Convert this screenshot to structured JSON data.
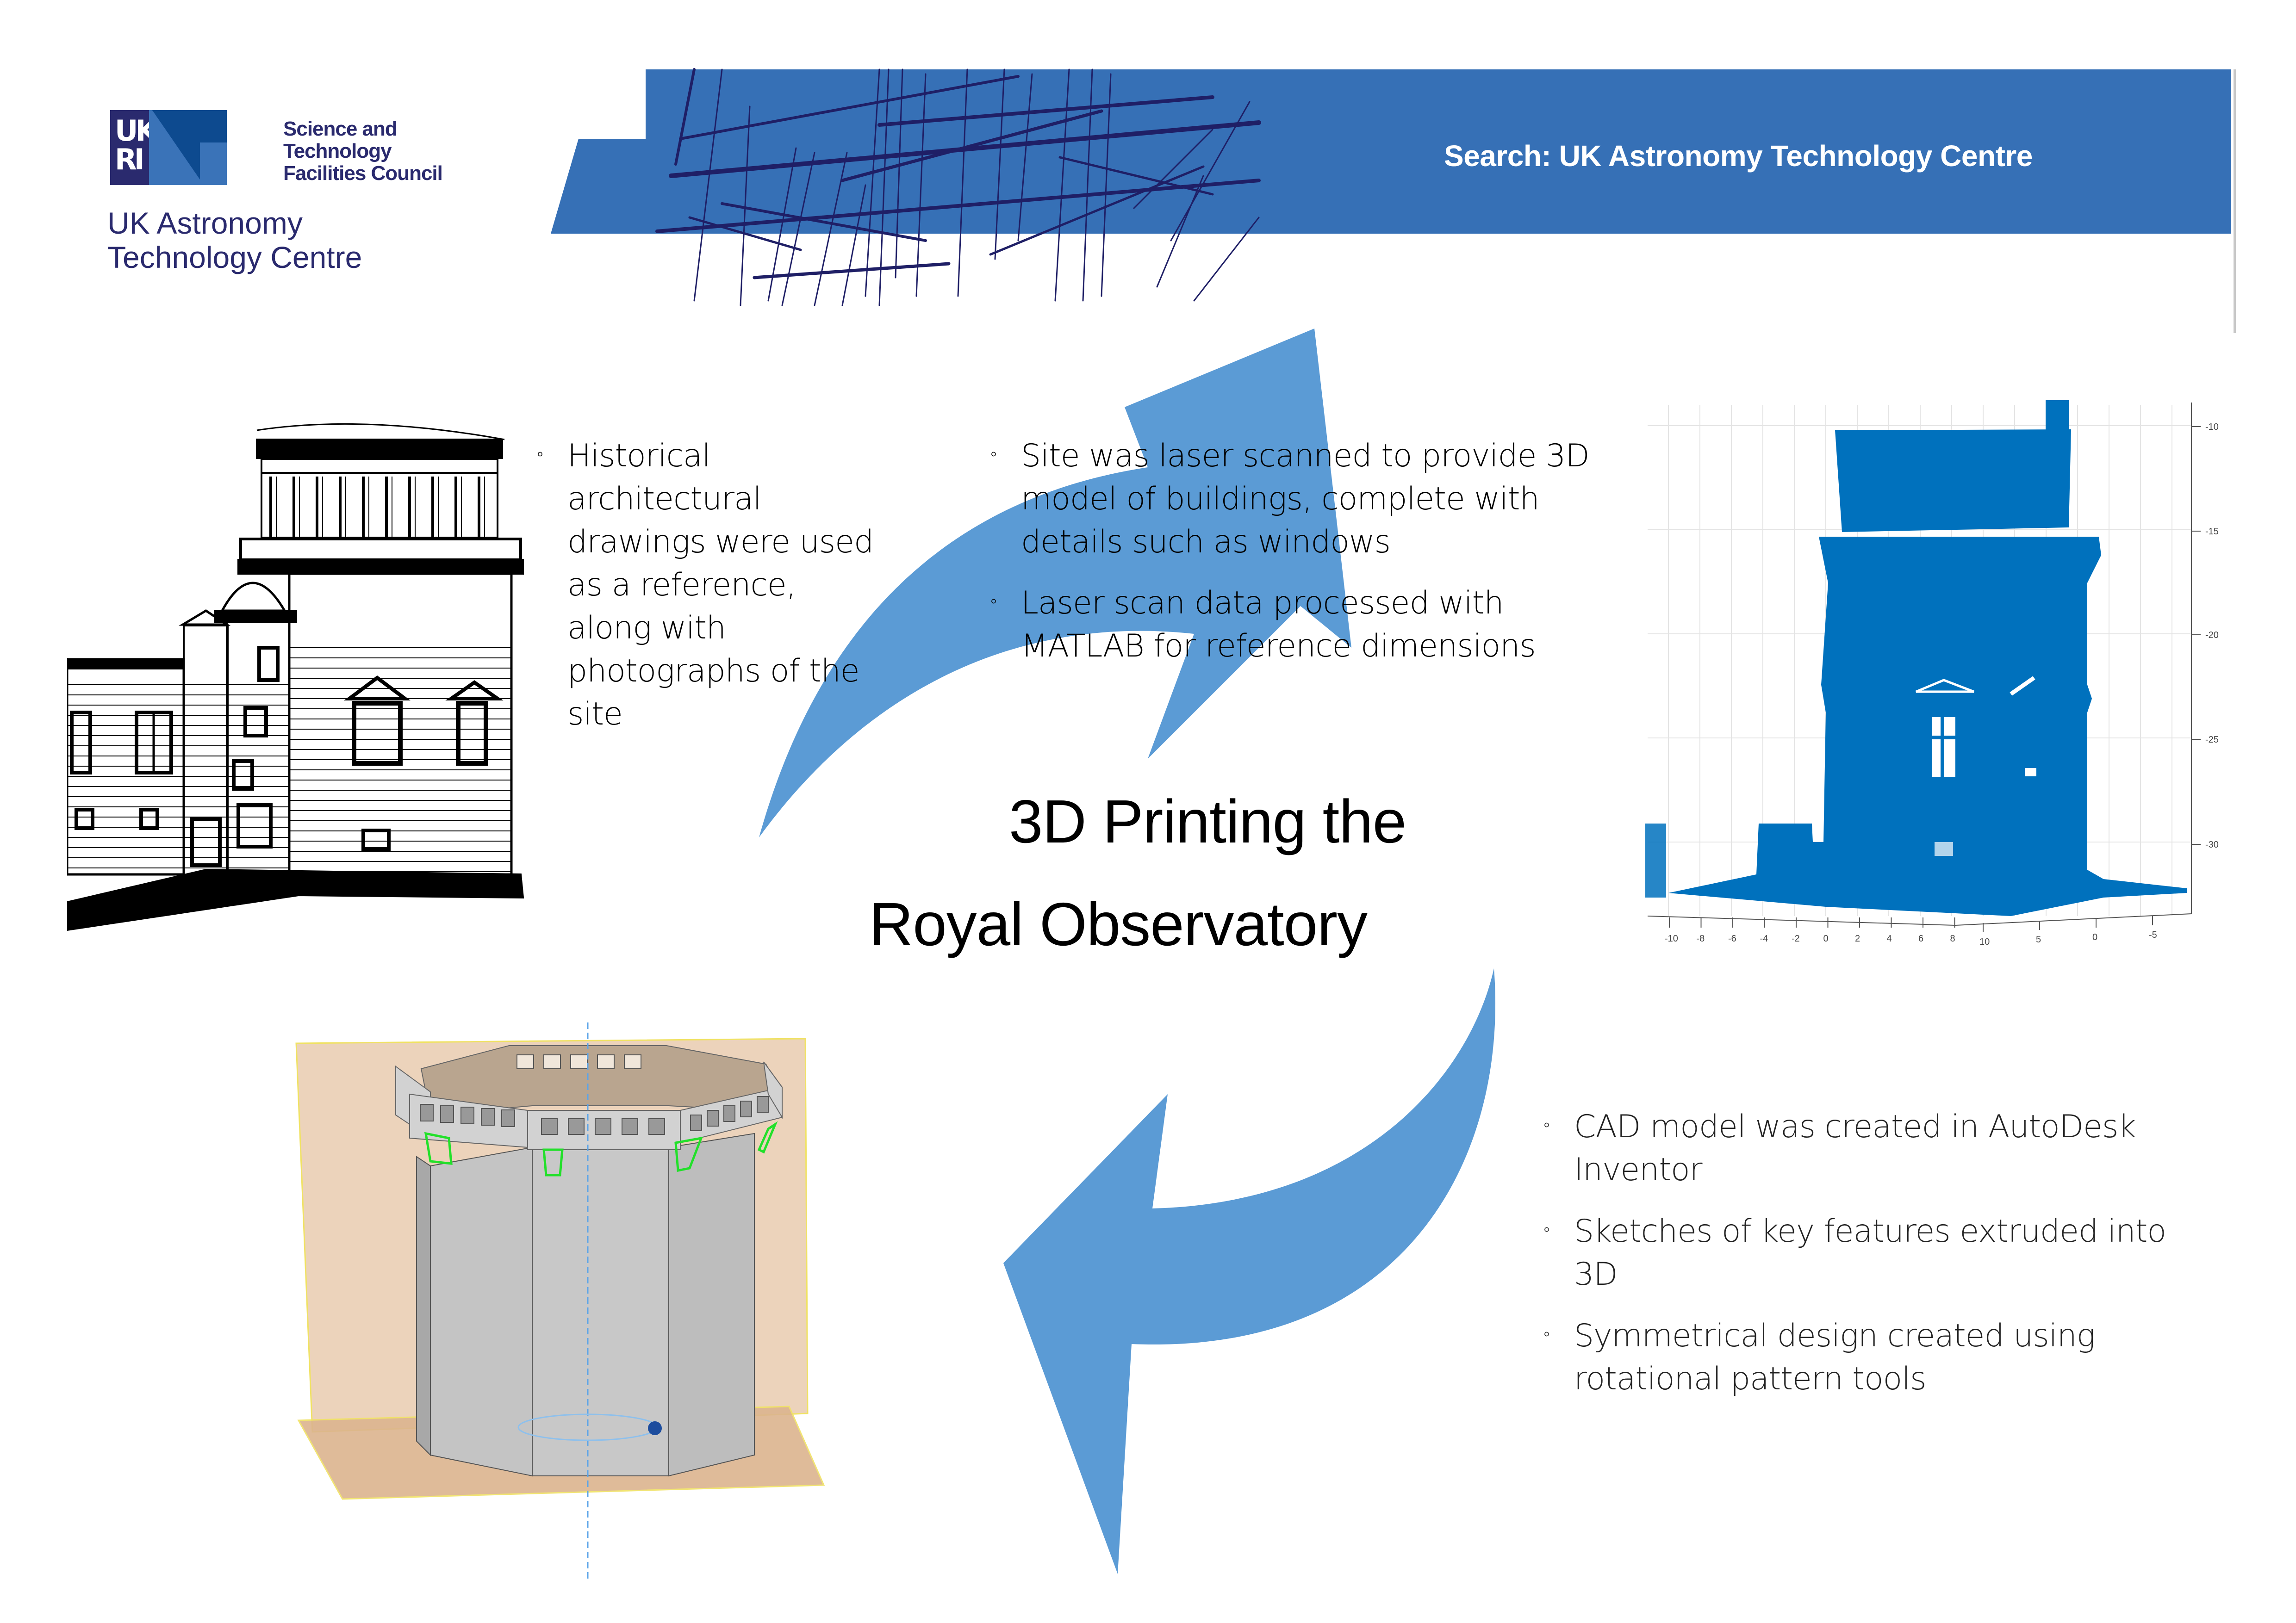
{
  "header": {
    "logo": {
      "mark_text": "UKRI",
      "council_lines": [
        "Science and",
        "Technology",
        "Facilities Council"
      ],
      "centre_lines": [
        "UK Astronomy",
        "Technology Centre"
      ]
    },
    "banner_text": "Search: UK Astronomy Technology Centre"
  },
  "colors": {
    "banner_blue": "#3670b6",
    "banner_lines": "#1f1f66",
    "logo_navy": "#2a2a6e",
    "logo_blue": "#3a73b8",
    "logo_blue_dark": "#0d4a8f",
    "arrow_blue": "#5b9bd5",
    "pointcloud_blue": "#0071bd",
    "cad_plane": "#ecd3bb",
    "cad_body": "#c8c8c8",
    "cad_green": "#22e02a"
  },
  "title": {
    "line1": "3D Printing the",
    "line2": "Royal Observatory"
  },
  "steps": [
    {
      "name": "historical-reference",
      "bullets": [
        "Historical architectural drawings were used as a reference, along with photographs of the site"
      ],
      "bullet_lines": [
        [
          "Historical",
          "architectural",
          "drawings were used",
          "as a reference,",
          "along with",
          "photographs of the",
          "site"
        ]
      ]
    },
    {
      "name": "laser-scan",
      "bullet_lines": [
        [
          "Site was laser scanned to provide 3D",
          "model of buildings, complete with",
          "details such as windows"
        ],
        [
          "Laser scan data processed with",
          "MATLAB for reference dimensions"
        ]
      ]
    },
    {
      "name": "cad-model",
      "bullet_lines": [
        [
          "CAD model was created in AutoDesk",
          "Inventor"
        ],
        [
          "Sketches of key features extruded into",
          "3D"
        ],
        [
          "Symmetrical design created using",
          "rotational pattern tools"
        ]
      ]
    }
  ],
  "bullet_glyph": "◦",
  "pointcloud_plot": {
    "z_ticks": [
      "-10",
      "-15",
      "-20",
      "-25",
      "-30"
    ],
    "x_ticks": [
      "-10",
      "-8",
      "-6",
      "-4",
      "-2",
      "0",
      "2",
      "4",
      "6",
      "8"
    ],
    "y_ticks": [
      "10",
      "5",
      "0",
      "-5"
    ]
  }
}
